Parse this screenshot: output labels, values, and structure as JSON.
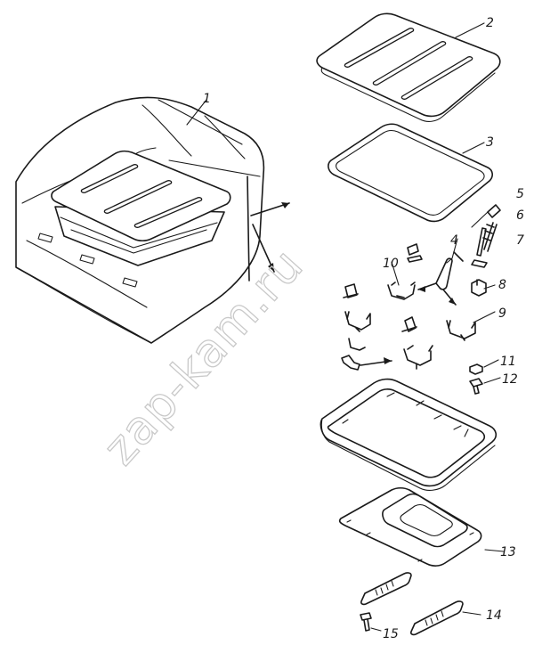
{
  "watermark": "zap-kam.ru",
  "callouts": [
    "1",
    "2",
    "3",
    "4",
    "5",
    "6",
    "7",
    "8",
    "9",
    "10",
    "11",
    "12",
    "13",
    "14",
    "15"
  ],
  "colors": {
    "ink": "#1a1a1a",
    "background": "#ffffff",
    "watermark": "#c9c9c9"
  }
}
